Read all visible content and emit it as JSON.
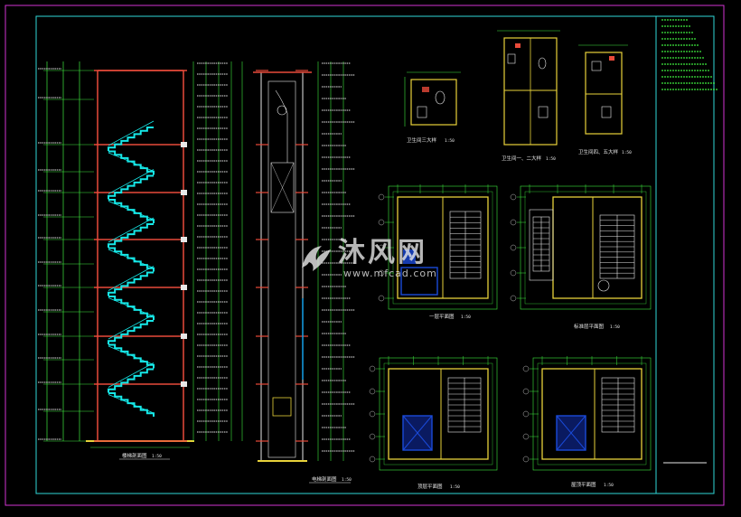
{
  "watermark": {
    "brand_text": "沐风网",
    "url_text": "www.mfcad.com"
  },
  "drawing_titles": {
    "stair_section": "楼梯剖面图",
    "elevator_section": "电梯剖面图",
    "toilet_large_left": "卫生间三大样",
    "toilet_large_mid": "卫生间一、二大样",
    "toilet_large_right": "卫生间四、五大样",
    "core_plan_1": "一层平面图",
    "core_plan_2": "标准层平面图",
    "core_plan_3": "顶层平面图",
    "core_plan_4": "屋顶平面图"
  },
  "scale_text": "1:50",
  "colors": {
    "background": "#000000",
    "frame_cyan": "#2fd8d8",
    "outer_magenta": "#d235d2",
    "stair_cyan": "#16e8e8",
    "structure_red": "#e84a3a",
    "dimension_green": "#3ee83e",
    "walls_yellow": "#e8d23a",
    "wall_blue": "#1a4ad8"
  }
}
